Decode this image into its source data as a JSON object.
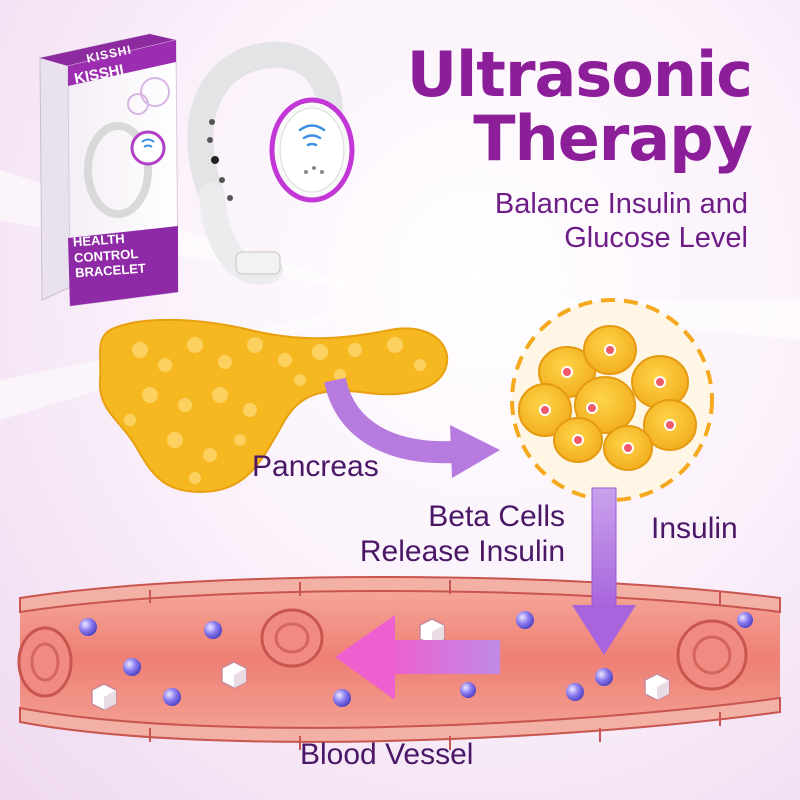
{
  "headline": {
    "line1": "Ultrasonic",
    "line2": "Therapy"
  },
  "subtitle": {
    "line1": "Balance Insulin and",
    "line2": "Glucose Level"
  },
  "labels": {
    "pancreas": "Pancreas",
    "beta_line1": "Beta Cells",
    "beta_line2": "Release Insulin",
    "insulin": "Insulin",
    "blood_vessel": "Blood Vessel"
  },
  "product_box": {
    "brand_top": "KISSHI",
    "brand_front": "KISSHI",
    "tag_line1": "HEALTH",
    "tag_line2": "CONTROL",
    "tag_line3": "BRACELET"
  },
  "colors": {
    "accent": "#8d1e9a",
    "arrow": "#b77be0",
    "pancreas": "#f5b820",
    "vessel": "#f08a7e",
    "dash_circle": "#f4a91e"
  }
}
